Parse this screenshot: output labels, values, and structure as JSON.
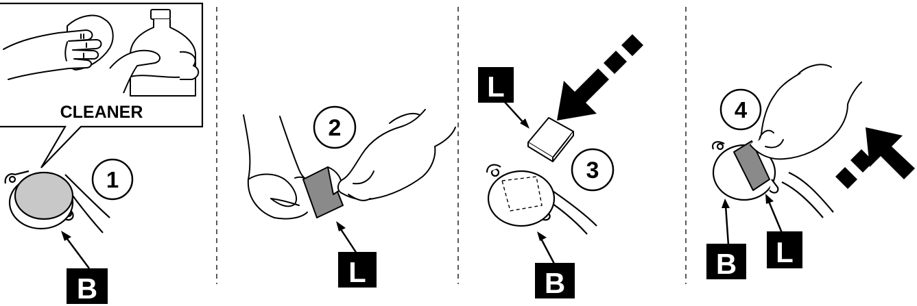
{
  "colors": {
    "ink": "#000000",
    "paper": "#ffffff",
    "sensor_fill": "#c8c8c8",
    "pad_fill": "#8a8a8a"
  },
  "inset": {
    "label": "CLEANER"
  },
  "steps": [
    {
      "number": "1",
      "callouts": [
        "B"
      ]
    },
    {
      "number": "2",
      "callouts": [
        "L"
      ]
    },
    {
      "number": "3",
      "callouts": [
        "L",
        "B"
      ]
    },
    {
      "number": "4",
      "callouts": [
        "B",
        "L"
      ]
    }
  ],
  "icons": [
    "separator-dashed-line",
    "press-arrow-icon",
    "lift-arrow-icon",
    "hand-illustration",
    "bottle-illustration",
    "sensor-illustration",
    "adhesive-pad-illustration"
  ]
}
